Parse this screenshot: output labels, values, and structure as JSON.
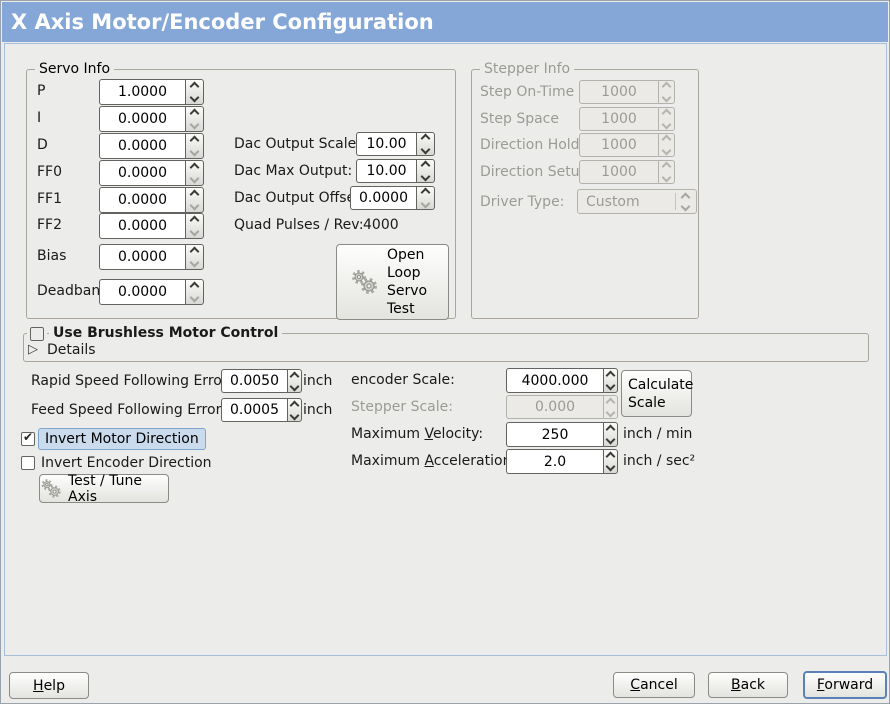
{
  "window": {
    "title": "X Axis Motor/Encoder Configuration"
  },
  "colors": {
    "titlebar": "#84a7d7",
    "background": "#ececea",
    "focus_ring": "#5a82b8",
    "selection_bg": "#cadbed"
  },
  "icons": {
    "expander": "▷",
    "check": "✔",
    "gear": "gear-icon"
  },
  "servo_info": {
    "legend": "Servo Info",
    "rows": [
      {
        "label": "P",
        "value": "1.0000"
      },
      {
        "label": "I",
        "value": "0.0000"
      },
      {
        "label": "D",
        "value": "0.0000"
      },
      {
        "label": "FF0",
        "value": "0.0000"
      },
      {
        "label": "FF1",
        "value": "0.0000"
      },
      {
        "label": "FF2",
        "value": "0.0000"
      },
      {
        "label": "Bias",
        "value": "0.0000"
      },
      {
        "label": "Deadband",
        "value": "0.0000"
      }
    ]
  },
  "dac": {
    "rows": [
      {
        "label": "Dac Output Scale:",
        "value": "10.00"
      },
      {
        "label": "Dac Max Output:",
        "value": "10.00"
      },
      {
        "label": "Dac Output Offset:",
        "value": "0.0000"
      }
    ],
    "quad_label": "Quad Pulses / Rev:",
    "quad_value": "4000",
    "open_loop_button": "Open Loop Servo Test"
  },
  "stepper_info": {
    "legend": "Stepper Info",
    "rows": [
      {
        "label": "Step On-Time",
        "value": "1000"
      },
      {
        "label": "Step Space",
        "value": "1000"
      },
      {
        "label": "Direction Hold",
        "value": "1000"
      },
      {
        "label": "Direction Setup",
        "value": "1000"
      }
    ],
    "driver_label": "Driver Type:",
    "driver_value": "Custom"
  },
  "brushless": {
    "checkbox_label": "Use Brushless Motor Control",
    "details_label": "Details"
  },
  "following_errors": [
    {
      "label": "Rapid Speed Following Error:",
      "value": "0.0050",
      "unit": "inch"
    },
    {
      "label": "Feed Speed Following Error:",
      "value": "0.0005",
      "unit": "inch"
    }
  ],
  "direction": {
    "invert_motor": "Invert Motor Direction",
    "invert_encoder": "Invert Encoder Direction",
    "test_tune_button": "Test / Tune Axis"
  },
  "scaling": {
    "encoder_label": "encoder Scale:",
    "encoder_value": "4000.000",
    "calculate_button": "Calculate Scale",
    "stepper_label": "Stepper Scale:",
    "stepper_value": "0.000",
    "velocity_label_pre": "Maximum ",
    "velocity_label_mn": "V",
    "velocity_label_post": "elocity:",
    "velocity_value": "250",
    "velocity_unit": "inch / min",
    "accel_label_pre": "Maximum ",
    "accel_label_mn": "A",
    "accel_label_post": "cceleration:",
    "accel_value": "2.0",
    "accel_unit": "inch / sec²"
  },
  "footer": {
    "help_mn": "H",
    "help_rest": "elp",
    "cancel_mn": "C",
    "cancel_rest": "ancel",
    "back_mn": "B",
    "back_rest": "ack",
    "forward_mn": "F",
    "forward_rest": "orward"
  }
}
